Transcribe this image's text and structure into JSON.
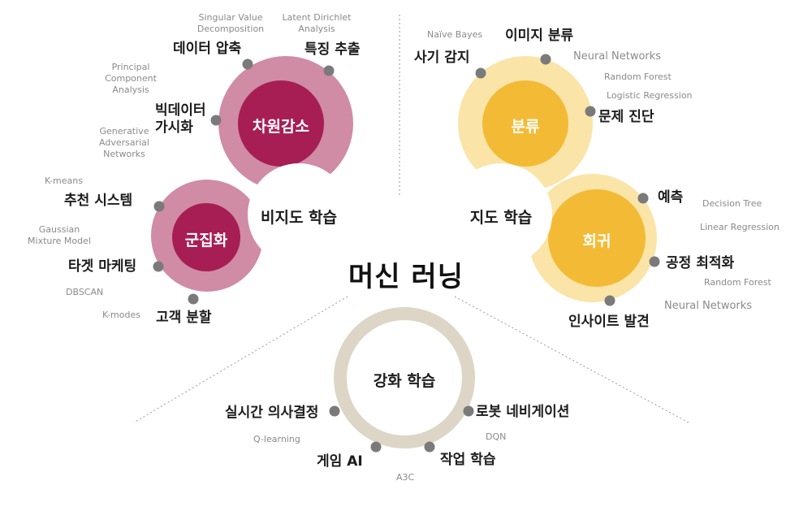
{
  "title": "머신 러닝",
  "unsupervised": {
    "core": "비지도 학습",
    "dim_reduction": {
      "label": "차원감소",
      "apps": [
        "데이터 압축",
        "특징 추출",
        "빅데이터\n가시화"
      ],
      "methods": [
        "Singular Value\nDecomposition",
        "Latent Dirichlet\nAnalysis",
        "Principal\nComponent\nAnalysis",
        "Generative\nAdversarial\nNetworks"
      ]
    },
    "clustering": {
      "label": "군집화",
      "apps": [
        "추천 시스템",
        "타겟 마케팅",
        "고객 분할"
      ],
      "methods": [
        "K-means",
        "Gaussian\nMixture Model",
        "DBSCAN",
        "K-modes"
      ]
    }
  },
  "supervised": {
    "core": "지도 학습",
    "classification": {
      "label": "분류",
      "apps": [
        "이미지 분류",
        "사기 감지",
        "문제 진단"
      ],
      "methods": [
        "Naïve Bayes",
        "Neural Networks",
        "Random Forest",
        "Logistic Regression"
      ]
    },
    "regression": {
      "label": "회귀",
      "apps": [
        "예측",
        "공정 최적화",
        "인사이트 발견"
      ],
      "methods": [
        "Decision Tree",
        "Linear Regression",
        "Random Forest",
        "Neural Networks"
      ]
    }
  },
  "reinforcement": {
    "core": "강화 학습",
    "apps": [
      "실시간 의사결정",
      "로봇 네비게이션",
      "게임 AI",
      "작업 학습"
    ],
    "methods": [
      "Q-learning",
      "DQN",
      "A3C"
    ]
  },
  "colors": {
    "dim_outer": "#d08ba5",
    "dim_inner": "#a71e54",
    "clu_outer": "#d08ba5",
    "clu_inner": "#a71e54",
    "cls_outer": "#fbe4a8",
    "cls_inner": "#f3bb35",
    "reg_outer": "#fbe4a8",
    "reg_inner": "#f3bb35",
    "rl_ring": "#ddd5c6",
    "dot": "#7a7a7a"
  }
}
